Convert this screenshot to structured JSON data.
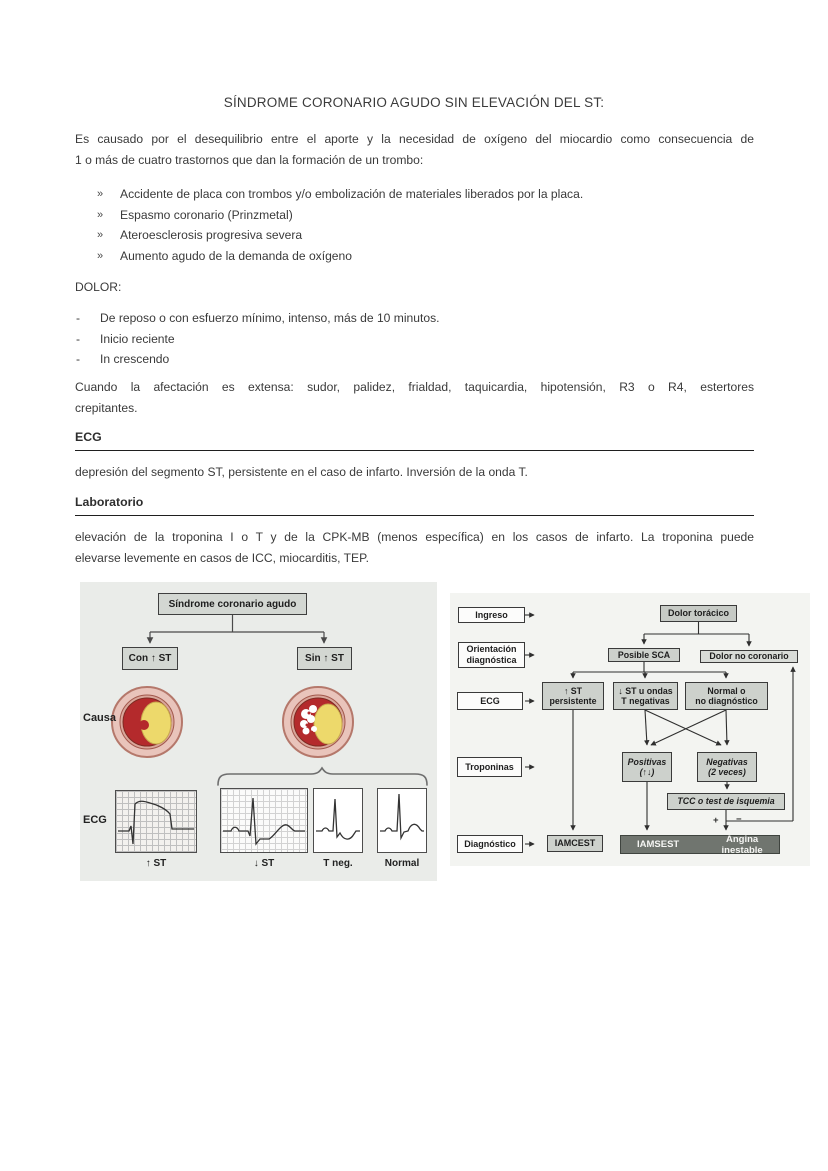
{
  "page": {
    "title": "SÍNDROME CORONARIO AGUDO SIN ELEVACIÓN DEL ST:",
    "intro_lines": [
      "Es causado por el desequilibrio entre el aporte y la necesidad de oxígeno del miocardio como consecuencia de",
      "1 o más de cuatro trastornos que dan la formación de un trombo:"
    ],
    "bullet_marker": "»",
    "bullets": [
      "Accidente de placa con trombos y/o embolización de materiales liberados por la placa.",
      "Espasmo coronario (Prinzmetal)",
      "Ateroesclerosis progresiva severa",
      "Aumento agudo de la demanda de oxígeno"
    ],
    "dolor_heading": "DOLOR:",
    "dash_marker": "-",
    "dolor_items": [
      "De reposo o con esfuerzo mínimo, intenso, más de 10 minutos.",
      "Inicio reciente",
      "In crescendo"
    ],
    "afectacion_lines": [
      "Cuando la afectación es extensa: sudor, palidez, frialdad, taquicardia, hipotensión, R3 o R4, estertores",
      "crepitantes."
    ],
    "ecg_heading": "ECG",
    "ecg_text": "depresión del segmento ST, persistente en el caso de infarto. Inversión de la onda T.",
    "lab_heading": "Laboratorio",
    "lab_lines": [
      "elevación de la troponina I o T y de la CPK-MB (menos específica) en los casos de infarto. La troponina puede",
      "elevarse levemente en casos de ICC, miocarditis, TEP."
    ]
  },
  "figure_left": {
    "root_box": "Síndrome coronario agudo",
    "left_branch": "Con ↑ ST",
    "right_branch": "Sin ↑ ST",
    "causa_label": "Causa",
    "ecg_label": "ECG",
    "ecg_panels": [
      "↑ ST",
      "↓ ST",
      "T neg.",
      "Normal"
    ]
  },
  "figure_right": {
    "row_labels": [
      "Ingreso",
      "Orientación\ndiagnóstica",
      "ECG",
      "Troponinas",
      "Diagnóstico"
    ],
    "nodes": {
      "dolor_toracico": "Dolor torácico",
      "posible_sca": "Posible SCA",
      "dolor_no_coronario": "Dolor no coronario",
      "st_persistente": "↑ ST\npersistente",
      "st_ondas": "↓ ST u ondas\nT negativas",
      "normal_no_diag": "Normal o\nno diagnóstico",
      "positivas": "Positivas\n(↑↓)",
      "negativas": "Negativas\n(2 veces)",
      "tcc": "TCC o test de isquemia",
      "plus": "+",
      "minus": "−",
      "iamcest": "IAMCEST",
      "iamsest": "IAMSEST",
      "angina": "Angina inestable"
    }
  },
  "colors": {
    "page_background": "#ffffff",
    "body_text": "#3a3a3a",
    "section_rule": "#1f1f1f",
    "figure_left_background": "#eaece9",
    "figure_right_background": "#f3f4f1",
    "flow_box_fill": "#cdd1cc",
    "flow_box_border": "#3a3a3a",
    "diagnosis_dark_fill": "#70756f",
    "artery_wall_pink": "#e9c4bb",
    "artery_red": "#b42a2c",
    "artery_plaque_yellow": "#edd96b"
  }
}
